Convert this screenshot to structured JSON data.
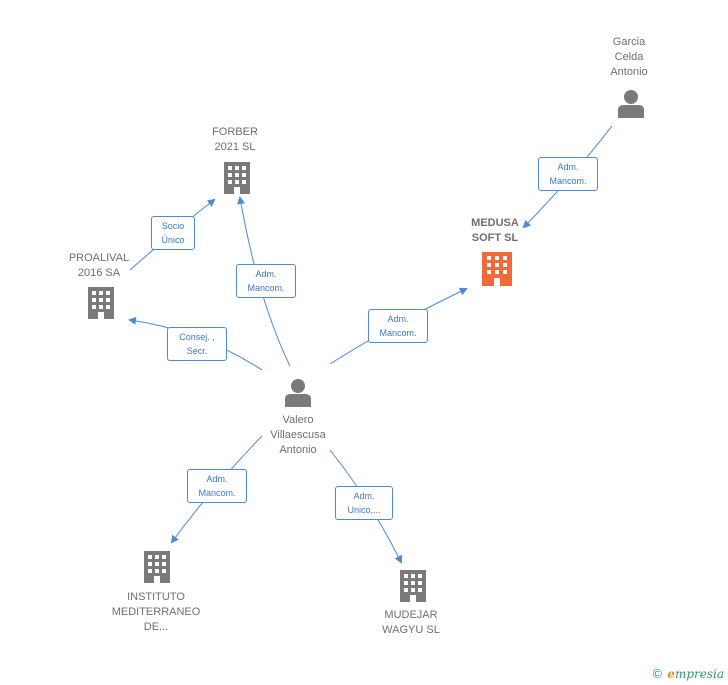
{
  "nodes": {
    "valero": {
      "lines": [
        "Valero",
        "Villaescusa",
        "Antonio"
      ],
      "type": "person"
    },
    "garcia": {
      "lines": [
        "Garcia",
        "Celda",
        "Antonio"
      ],
      "type": "person"
    },
    "forber": {
      "lines": [
        "FORBER",
        "2021 SL"
      ],
      "type": "company"
    },
    "proalival": {
      "lines": [
        "PROALIVAL",
        "2016 SA"
      ],
      "type": "company"
    },
    "medusa": {
      "lines": [
        "MEDUSA",
        "SOFT SL"
      ],
      "type": "company-highlight"
    },
    "instituto": {
      "lines": [
        "INSTITUTO",
        "MEDITERRANEO",
        "DE..."
      ],
      "type": "company"
    },
    "mudejar": {
      "lines": [
        "MUDEJAR",
        "WAGYU SL"
      ],
      "type": "company"
    }
  },
  "edges": {
    "proalival_forber": [
      "Socio",
      "Único"
    ],
    "valero_forber": [
      "Adm.",
      "Mancom."
    ],
    "valero_proalival": [
      "Consej. ,",
      "Secr."
    ],
    "valero_medusa": [
      "Adm.",
      "Mancom."
    ],
    "garcia_medusa": [
      "Adm.",
      "Mancom."
    ],
    "valero_instituto": [
      "Adm.",
      "Mancom."
    ],
    "valero_mudejar": [
      "Adm.",
      "Unico,..."
    ]
  },
  "footer": {
    "copyright": "©",
    "brand_first": "e",
    "brand_rest": "mpresia"
  },
  "colors": {
    "edge": "#4a8ad8",
    "icon": "#7a7a7a",
    "highlight": "#f06a3c"
  }
}
